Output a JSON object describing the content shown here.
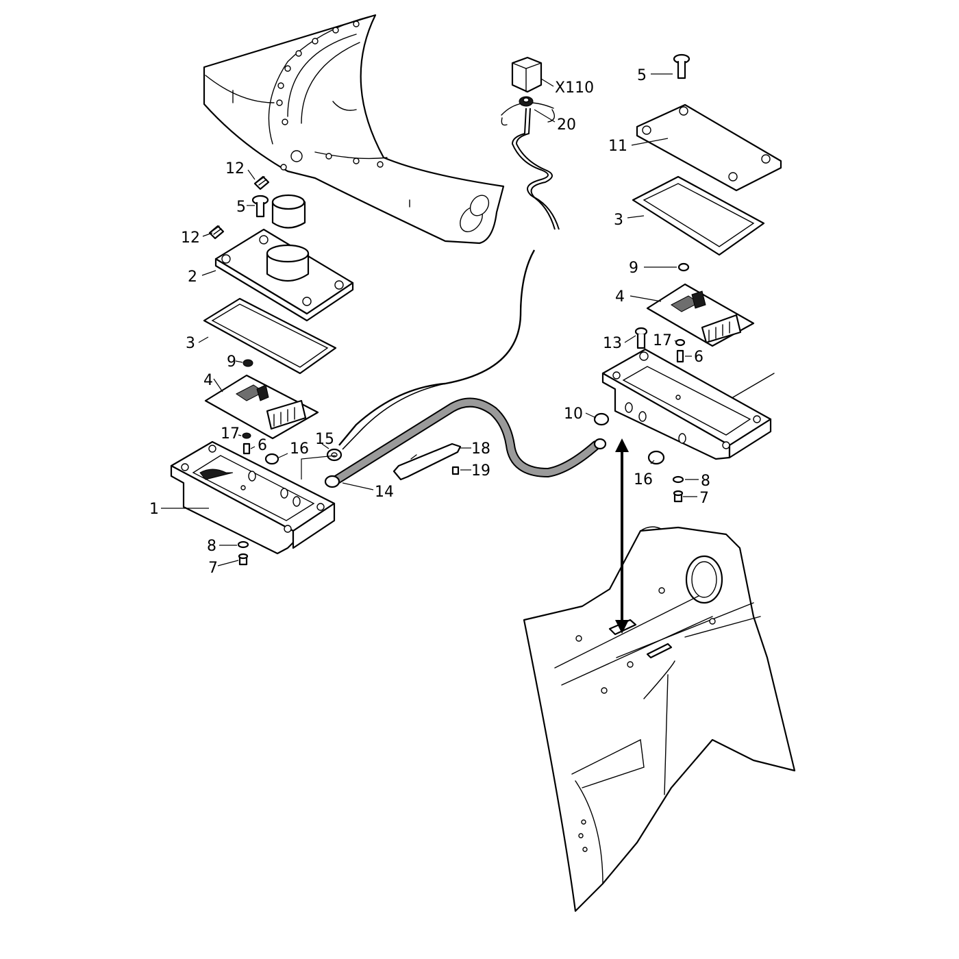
{
  "diagram": {
    "colors": {
      "line": "#000000",
      "fill": "#ffffff",
      "hose": "#9a9a9a"
    },
    "callouts": [
      {
        "id": "x110",
        "text": "X110"
      },
      {
        "id": "c20",
        "text": "20"
      },
      {
        "id": "c5_top",
        "text": "5"
      },
      {
        "id": "c11",
        "text": "11"
      },
      {
        "id": "c3_right",
        "text": "3"
      },
      {
        "id": "c9_right",
        "text": "9"
      },
      {
        "id": "c4_right",
        "text": "4"
      },
      {
        "id": "c13",
        "text": "13"
      },
      {
        "id": "c17_right",
        "text": "17"
      },
      {
        "id": "c6_right",
        "text": "6"
      },
      {
        "id": "c10",
        "text": "10"
      },
      {
        "id": "c16_right",
        "text": "16"
      },
      {
        "id": "c8_right",
        "text": "8"
      },
      {
        "id": "c7_right",
        "text": "7"
      },
      {
        "id": "c12_top",
        "text": "12"
      },
      {
        "id": "c5_left",
        "text": "5"
      },
      {
        "id": "c12_bottom",
        "text": "12"
      },
      {
        "id": "c2",
        "text": "2"
      },
      {
        "id": "c3_left",
        "text": "3"
      },
      {
        "id": "c9_left",
        "text": "9"
      },
      {
        "id": "c4_left",
        "text": "4"
      },
      {
        "id": "c17_left",
        "text": "17"
      },
      {
        "id": "c6_left",
        "text": "6"
      },
      {
        "id": "c16_left",
        "text": "16"
      },
      {
        "id": "c15",
        "text": "15"
      },
      {
        "id": "c18",
        "text": "18"
      },
      {
        "id": "c19",
        "text": "19"
      },
      {
        "id": "c14",
        "text": "14"
      },
      {
        "id": "c1",
        "text": "1"
      },
      {
        "id": "c8_left",
        "text": "8"
      },
      {
        "id": "c7_left",
        "text": "7"
      }
    ]
  }
}
